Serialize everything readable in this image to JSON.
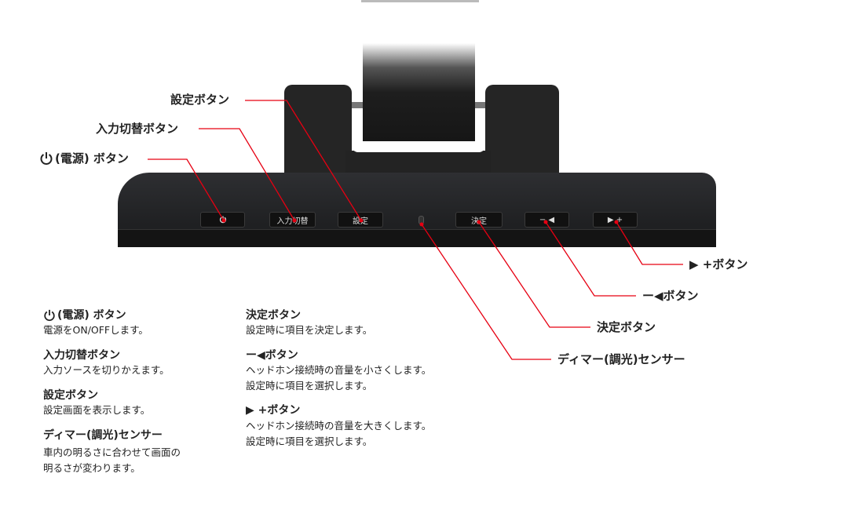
{
  "accent_color": "#e60012",
  "device": {
    "buttons": [
      {
        "id": "power",
        "label": "",
        "icon": "power-icon"
      },
      {
        "id": "input",
        "label": "入力切替"
      },
      {
        "id": "settings",
        "label": "設定"
      },
      {
        "id": "enter",
        "label": "決定"
      },
      {
        "id": "minus",
        "label": "−  ◀"
      },
      {
        "id": "plus",
        "label": "▶  +"
      }
    ]
  },
  "callouts": {
    "settings": "設定ボタン",
    "input": "入力切替ボタン",
    "power": "(電源) ボタン",
    "plus": "▶ +ボタン",
    "minus": "ー◀ボタン",
    "enter": "決定ボタン",
    "dimmer": "ディマー(調光)センサー"
  },
  "descriptions": {
    "left": [
      {
        "title": "(電源) ボタン",
        "lines": [
          "電源をON/OFFします。"
        ]
      },
      {
        "title": "入力切替ボタン",
        "lines": [
          "入力ソースを切りかえます。"
        ]
      },
      {
        "title": "設定ボタン",
        "lines": [
          "設定画面を表示します。"
        ]
      },
      {
        "title": "ディマー(調光)センサー",
        "lines": [
          "車内の明るさに合わせて画面の",
          "明るさが変わります。"
        ]
      }
    ],
    "right": [
      {
        "title": "決定ボタン",
        "lines": [
          "設定時に項目を決定します。"
        ]
      },
      {
        "title": "ー◀ボタン",
        "lines": [
          "ヘッドホン接続時の音量を小さくします。",
          "設定時に項目を選択します。"
        ]
      },
      {
        "title": "▶ +ボタン",
        "lines": [
          "ヘッドホン接続時の音量を大きくします。",
          "設定時に項目を選択します。"
        ]
      }
    ]
  }
}
